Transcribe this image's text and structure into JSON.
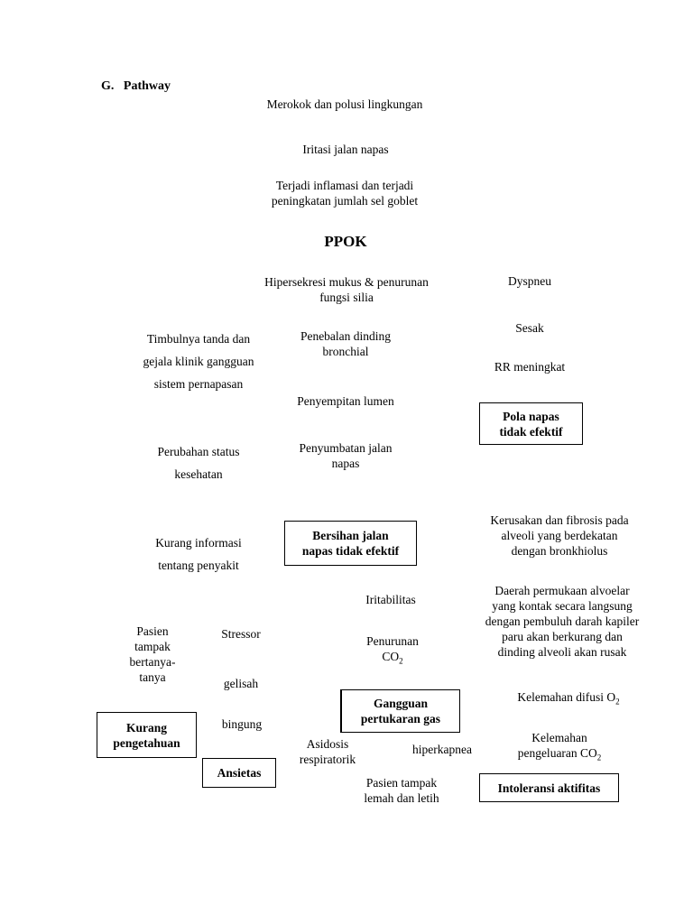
{
  "section": {
    "letter": "G.",
    "title": "Pathway"
  },
  "nodes": {
    "merokok": "Merokok dan polusi lingkungan",
    "iritasi": "Iritasi jalan napas",
    "inflamasi_1": "Terjadi inflamasi dan terjadi",
    "inflamasi_2": "peningkatan jumlah sel goblet",
    "ppok": "PPOK",
    "hipersekresi_1": "Hipersekresi mukus & penurunan",
    "hipersekresi_2": "fungsi silia",
    "dyspneu": "Dyspneu",
    "sesak": "Sesak",
    "rr": "RR meningkat",
    "timbulnya_1": "Timbulnya tanda dan",
    "timbulnya_2": "gejala klinik gangguan",
    "timbulnya_3": "sistem pernapasan",
    "penebalan_1": "Penebalan dinding",
    "penebalan_2": "bronchial",
    "penyempitan": "Penyempitan lumen",
    "perubahan_1": "Perubahan status",
    "perubahan_2": "kesehatan",
    "penyumbatan_1": "Penyumbatan jalan",
    "penyumbatan_2": "napas",
    "kerusakan_1": "Kerusakan dan fibrosis pada",
    "kerusakan_2": "alveoli yang berdekatan",
    "kerusakan_3": "dengan bronkhiolus",
    "kurang_info_1": "Kurang informasi",
    "kurang_info_2": "tentang penyakit",
    "daerah_1": "Daerah permukaan alvoelar",
    "daerah_2": "yang kontak secara langsung",
    "daerah_3": "dengan pembuluh darah kapiler",
    "daerah_4": "paru akan berkurang dan",
    "daerah_5": "dinding alveoli akan rusak",
    "iritabilitas": "Iritabilitas",
    "pasien_1": "Pasien",
    "pasien_2": "tampak",
    "pasien_3": "bertanya-",
    "pasien_4": "tanya",
    "stressor": "Stressor",
    "penurunan_1": "Penurunan",
    "penurunan_2": "CO",
    "penurunan_sub": "2",
    "gelisah": "gelisah",
    "kelemahan_difusi": "Kelemahan difusi O",
    "kelemahan_difusi_sub": "2",
    "bingung": "bingung",
    "asidosis_1": "Asidosis",
    "asidosis_2": "respiratorik",
    "hiperkapnea": "hiperkapnea",
    "kelemahan_pengeluaran_1": "Kelemahan",
    "kelemahan_pengeluaran_2": "pengeluaran CO",
    "kelemahan_pengeluaran_sub": "2",
    "pasien_lemah_1": "Pasien tampak",
    "pasien_lemah_2": "lemah dan letih"
  },
  "diagnoses": {
    "pola_1": "Pola napas",
    "pola_2": "tidak efektif",
    "bersihan_1": "Bersihan jalan",
    "bersihan_2": "napas tidak efektif",
    "gangguan_1": "Gangguan",
    "gangguan_2": "pertukaran gas",
    "kurang_peng_1": "Kurang",
    "kurang_peng_2": "pengetahuan",
    "ansietas": "Ansietas",
    "intoleransi": "Intoleransi aktifitas"
  }
}
